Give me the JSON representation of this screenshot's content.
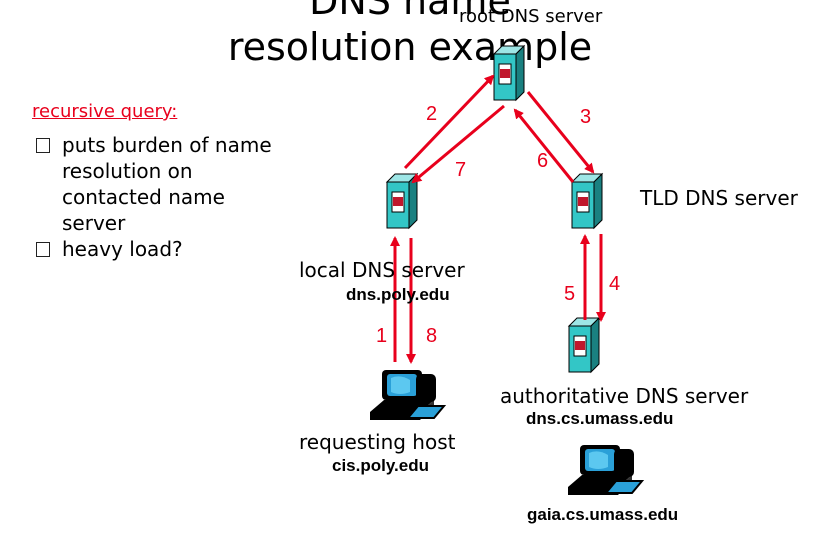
{
  "title": [
    "DNS name",
    "resolution example"
  ],
  "recursive": {
    "heading": "recursive query:",
    "bullets": [
      "puts burden of name resolution on contacted name server",
      "heavy load?"
    ]
  },
  "servers": {
    "root": "root DNS server",
    "tld": "TLD DNS server",
    "local": "local DNS server",
    "local_host": "dns.poly.edu",
    "auth": "authoritative DNS server",
    "auth_host": "dns.cs.umass.edu"
  },
  "hosts": {
    "requesting": "requesting host",
    "requesting_name": "cis.poly.edu",
    "target_name": "gaia.cs.umass.edu"
  },
  "steps": [
    "1",
    "2",
    "3",
    "4",
    "5",
    "6",
    "7",
    "8"
  ],
  "colors": {
    "arrow": "#e8001c",
    "server": "#33c6c6",
    "server_dark": "#1a8080"
  }
}
